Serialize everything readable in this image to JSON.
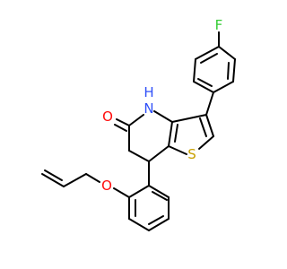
{
  "molecule": {
    "atoms": {
      "fluorine": {
        "label": "F",
        "color": "#33cc33"
      },
      "oxygen_carbonyl": {
        "label": "O",
        "color": "#ff0d0d"
      },
      "nitrogen": {
        "label": "N",
        "color": "#3050f8"
      },
      "hydrogen_on_nitrogen": {
        "label": "H",
        "color": "#3050f8"
      },
      "sulfur": {
        "label": "S",
        "color": "#c8a000"
      },
      "oxygen_ether": {
        "label": "O",
        "color": "#ff0d0d"
      }
    },
    "bond_color": "#000000"
  }
}
